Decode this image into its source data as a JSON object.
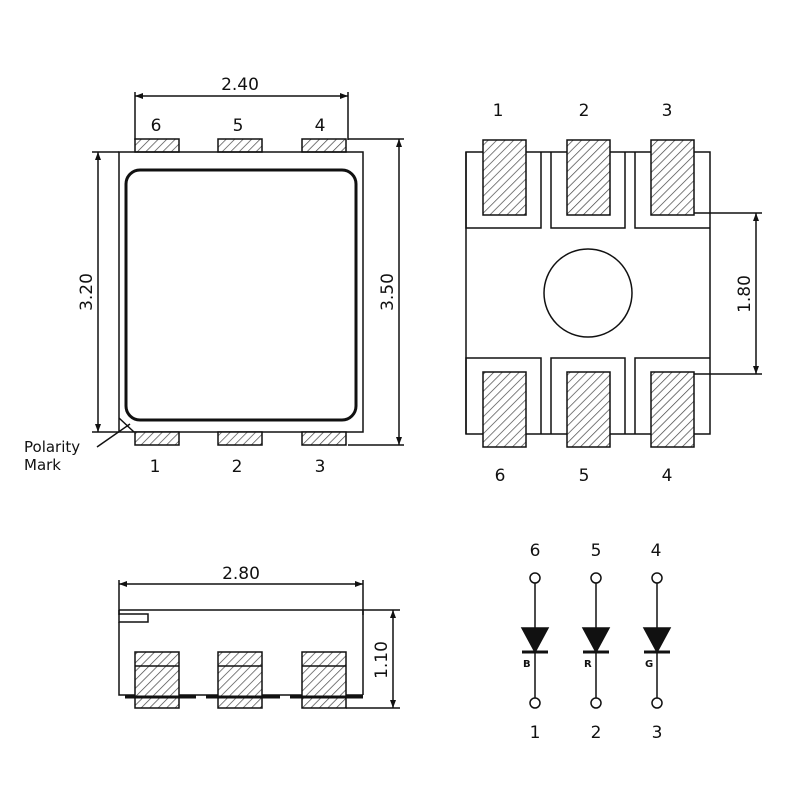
{
  "top_view": {
    "dim_width": "2.40",
    "dim_inner_height": "3.20",
    "dim_outer_height": "3.50",
    "top_pins": [
      "6",
      "5",
      "4"
    ],
    "bottom_pins": [
      "1",
      "2",
      "3"
    ],
    "polarity_label_line1": "Polarity",
    "polarity_label_line2": "Mark"
  },
  "bottom_view": {
    "top_pins": [
      "1",
      "2",
      "3"
    ],
    "bottom_pins": [
      "6",
      "5",
      "4"
    ],
    "dim_pitch": "1.80"
  },
  "side_view": {
    "dim_length": "2.80",
    "dim_height": "1.10"
  },
  "schematic": {
    "anode_pins": [
      "6",
      "5",
      "4"
    ],
    "cathode_pins": [
      "1",
      "2",
      "3"
    ],
    "diode_letters": [
      "B",
      "R",
      "G"
    ]
  }
}
